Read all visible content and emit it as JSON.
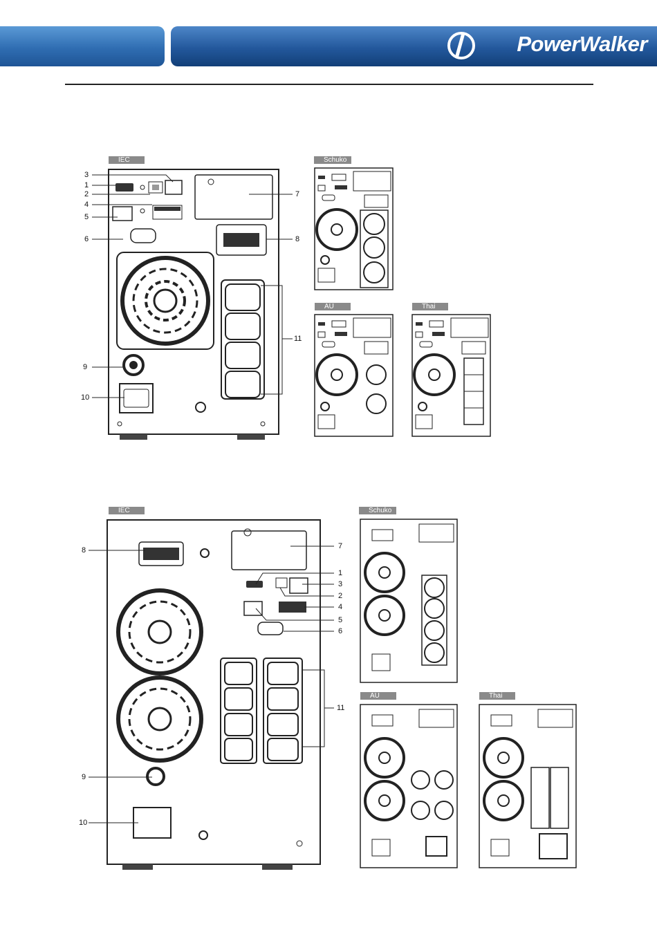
{
  "brand": {
    "logo_text": "PowerWalker"
  },
  "section1": {
    "main_tag": "IEC",
    "variant_tags": [
      "Schuko",
      "AU",
      "Thai"
    ],
    "callouts": [
      "3",
      "1",
      "2",
      "4",
      "5",
      "6",
      "7",
      "8",
      "9",
      "10",
      "11"
    ]
  },
  "section2": {
    "main_tag": "IEC",
    "variant_tags": [
      "Schuko",
      "AU",
      "Thai"
    ],
    "callouts": [
      "8",
      "7",
      "1",
      "3",
      "2",
      "4",
      "5",
      "6",
      "11",
      "9",
      "10"
    ]
  }
}
